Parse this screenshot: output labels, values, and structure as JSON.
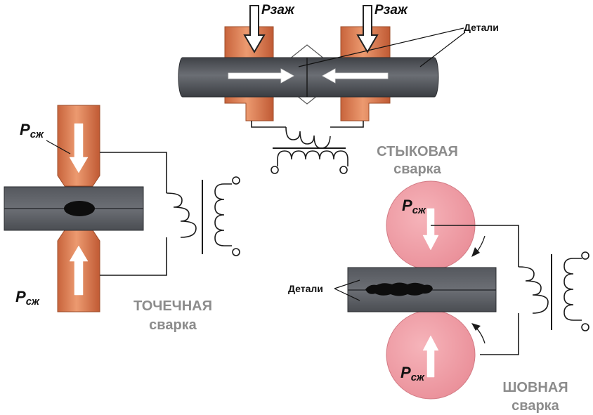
{
  "butt": {
    "force_left": "Рзаж",
    "force_right": "Рзаж",
    "parts_label": "Детали",
    "title_line1": "СТЫКОВАЯ",
    "title_line2": "сварка"
  },
  "spot": {
    "force_top_main": "Р",
    "force_top_sub": "сж",
    "force_bottom_main": "Р",
    "force_bottom_sub": "сж",
    "title_line1": "ТОЧЕЧНАЯ",
    "title_line2": "сварка"
  },
  "seam": {
    "force_top_main": "Р",
    "force_top_sub": "сж",
    "force_bottom_main": "Р",
    "force_bottom_sub": "сж",
    "parts_label": "Детали",
    "title_line1": "ШОВНАЯ",
    "title_line2": "сварка"
  },
  "colors": {
    "electrode": "#e2855a",
    "electrode_dark": "#b85a35",
    "roller": "#ee9aa2",
    "workpiece": "#5f6268",
    "workpiece_dark": "#3f4247",
    "weld": "#111111",
    "wire": "#1a1a1a",
    "title_gray": "#8c8c8c"
  }
}
